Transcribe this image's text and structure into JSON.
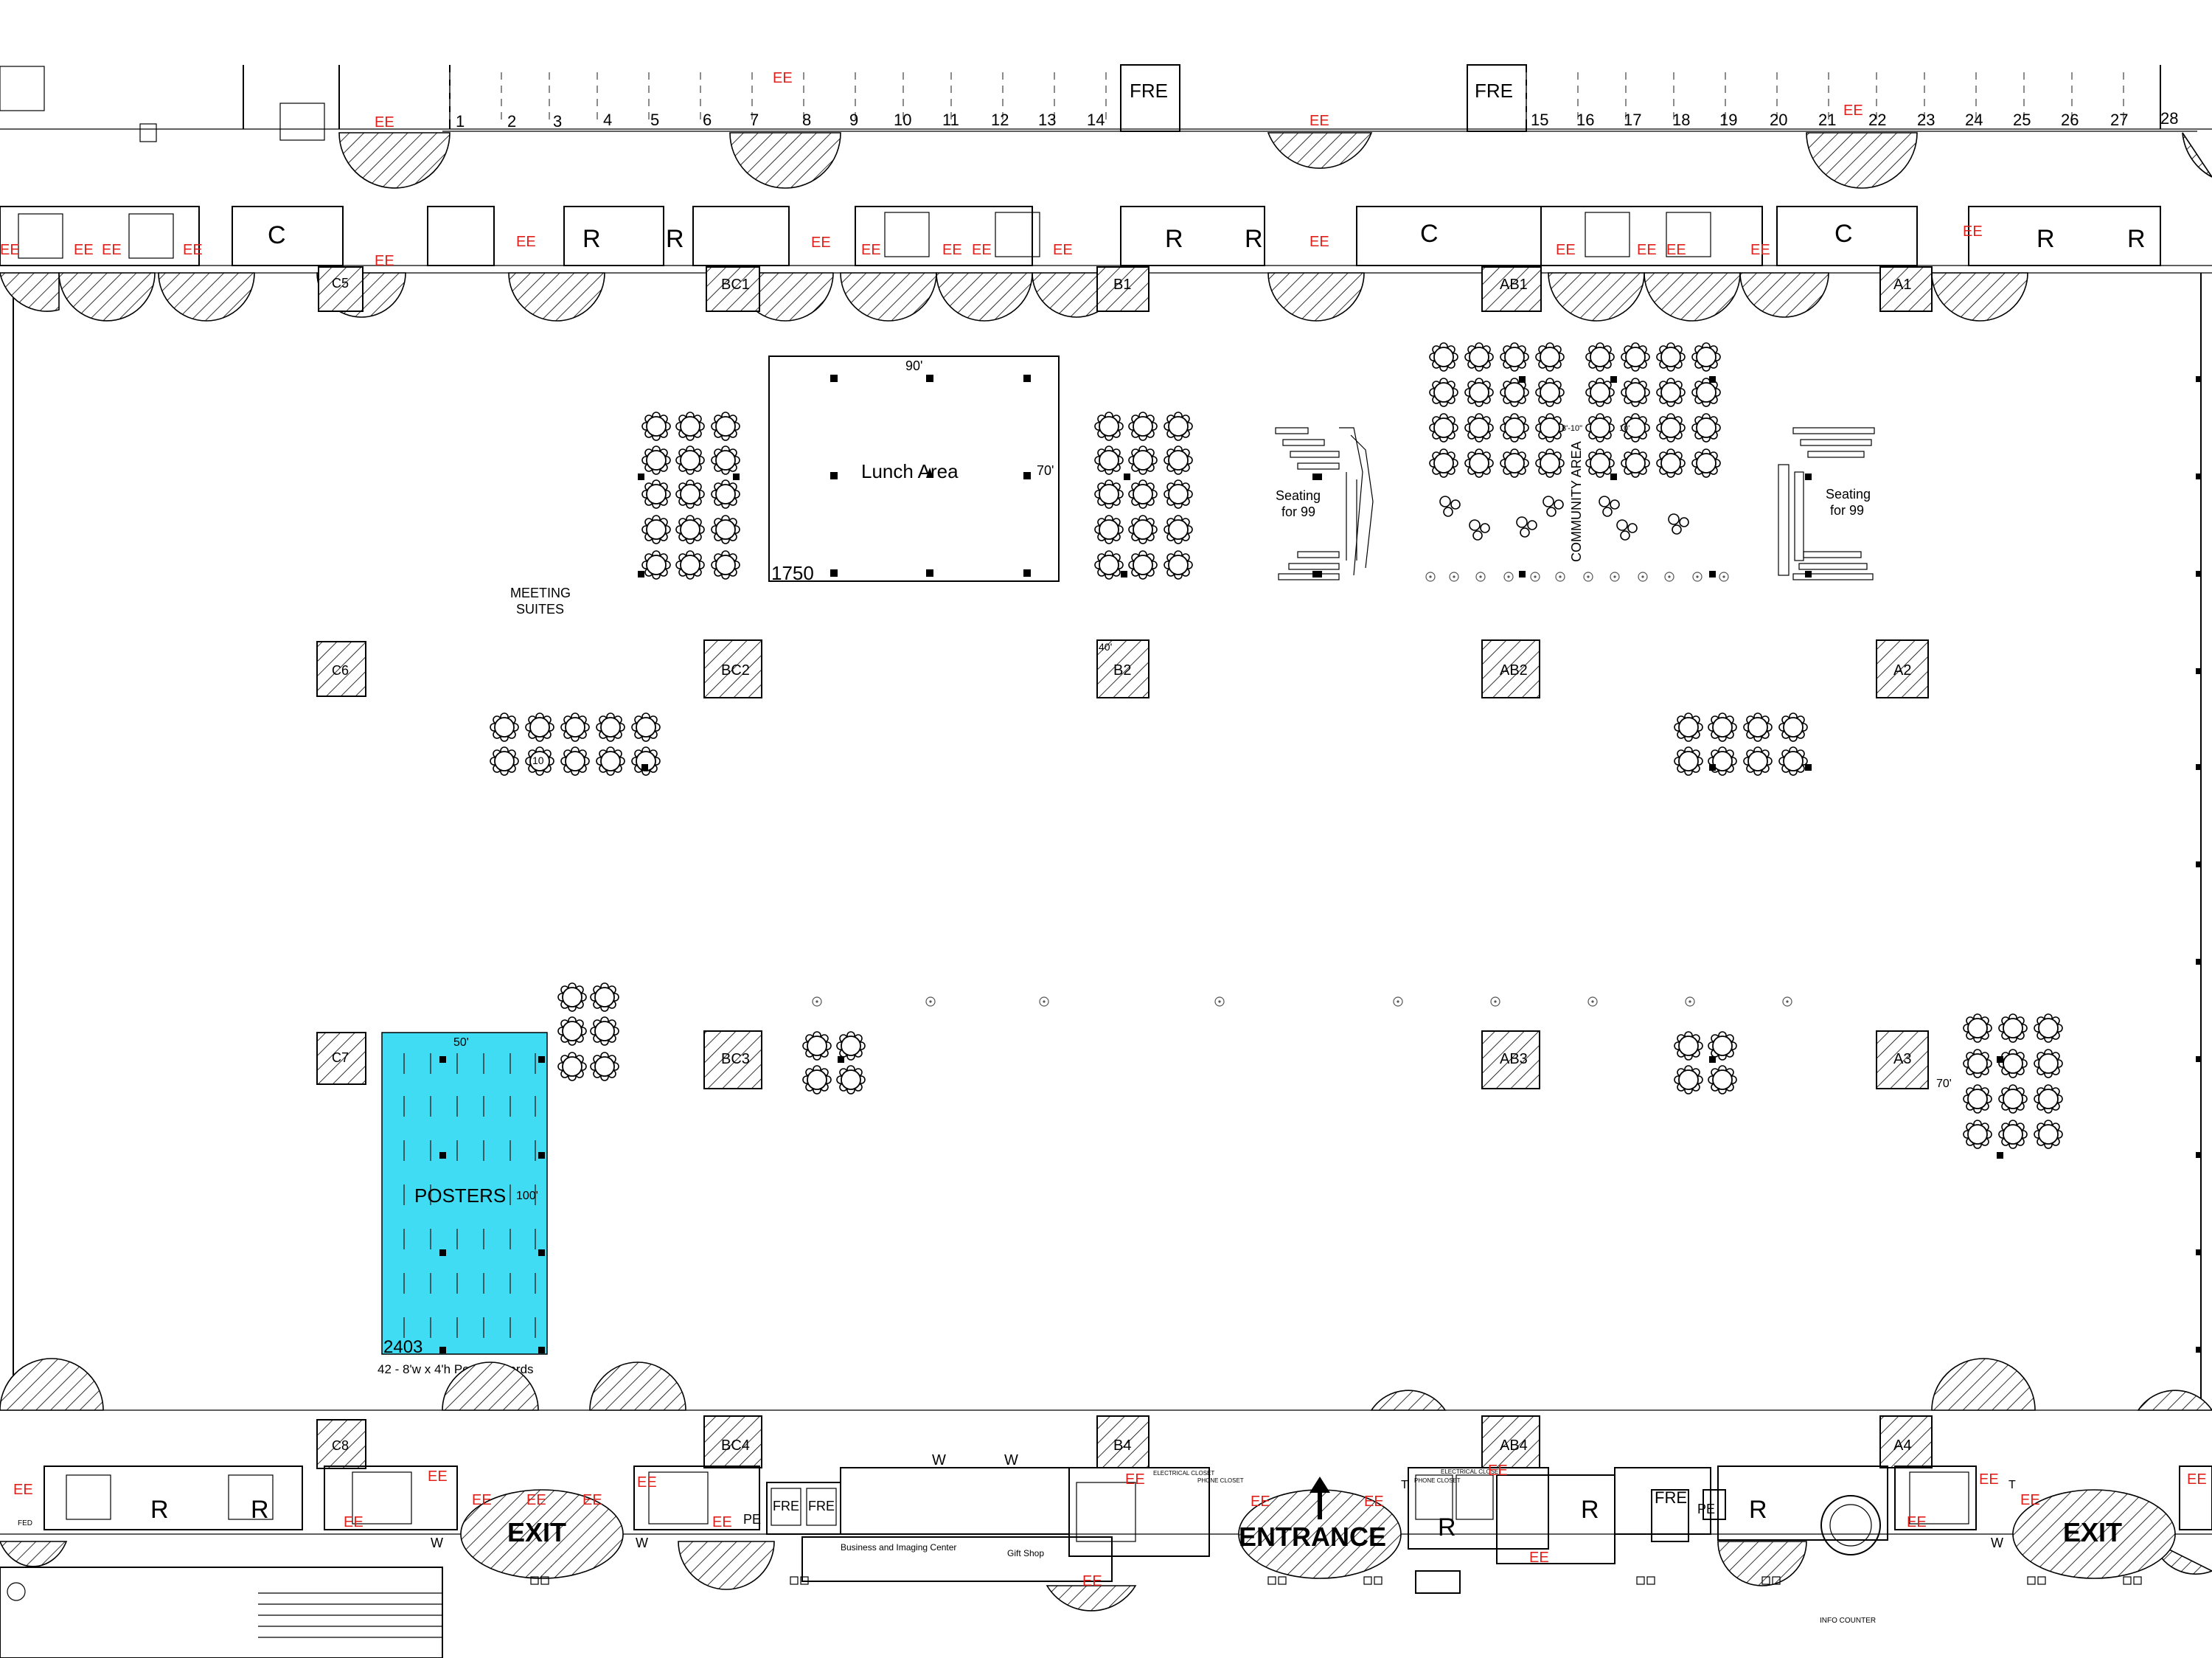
{
  "top_numbers": [
    "1",
    "2",
    "3",
    "4",
    "5",
    "6",
    "7",
    "8",
    "9",
    "10",
    "11",
    "12",
    "13",
    "14",
    "15",
    "16",
    "17",
    "18",
    "19",
    "20",
    "21",
    "22",
    "23",
    "24",
    "25",
    "26",
    "27",
    "28"
  ],
  "ee_label": "EE",
  "fre_label": "FRE",
  "pe_label": "PE",
  "restroom_label": "R",
  "closet_label": "C",
  "w_label": "W",
  "t_label": "T",
  "columns": {
    "top": [
      "C5",
      "BC1",
      "B1",
      "AB1",
      "A1"
    ],
    "row2": [
      "C6",
      "BC2",
      "B2",
      "AB2",
      "A2"
    ],
    "row3": [
      "C7",
      "BC3",
      "AB3",
      "A3"
    ],
    "bottom": [
      "C8",
      "BC4",
      "B4",
      "AB4",
      "A4"
    ]
  },
  "lunch": {
    "title": "Lunch Area",
    "number": "1750",
    "width": "90'",
    "height": "70'"
  },
  "meeting": {
    "line1": "MEETING",
    "line2": "SUITES"
  },
  "seating_left": {
    "line1": "Seating",
    "line2": "for 99"
  },
  "seating_right": {
    "line1": "Seating",
    "line2": "for 99"
  },
  "community": {
    "label": "COMMUNITY AREA",
    "dim1": "8'-10\"",
    "dim2": "10'"
  },
  "b2_dim": "40'",
  "table_number": "10",
  "posters": {
    "title": "POSTERS",
    "number": "2403",
    "width": "50'",
    "height": "100'",
    "caption": "42 - 8'w x 4'h Poster Boards"
  },
  "a3_dim": "70'",
  "exits": [
    "EXIT",
    "EXIT"
  ],
  "entrance": "ENTRANCE",
  "small_labels": {
    "electrical_closet": "ELECTRICAL CLOSET",
    "phone_closet": "PHONE CLOSET",
    "business_center": "Business and Imaging Center",
    "gift_shop": "Gift Shop",
    "info_counter": "INFO COUNTER",
    "fed": "FED"
  }
}
